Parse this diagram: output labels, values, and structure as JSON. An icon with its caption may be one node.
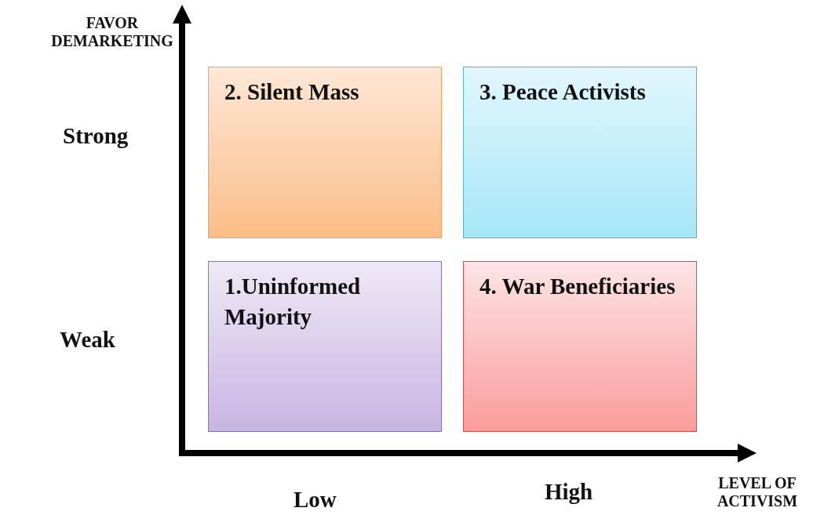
{
  "diagram": {
    "nodes": [
      {
        "text": [
          "2. Silent Mass"
        ]
      },
      {
        "text": [
          "3. Peace Activists"
        ]
      },
      {
        "text": [
          "1.Uninformed Majority"
        ]
      },
      {
        "text": [
          "4. War Beneficiaries"
        ]
      }
    ],
    "labels": [
      "FAVOR DEMARKETING",
      "Strong",
      "Weak",
      "High",
      "LEVEL OF ACTIVISM",
      "Low"
    ]
  }
}
